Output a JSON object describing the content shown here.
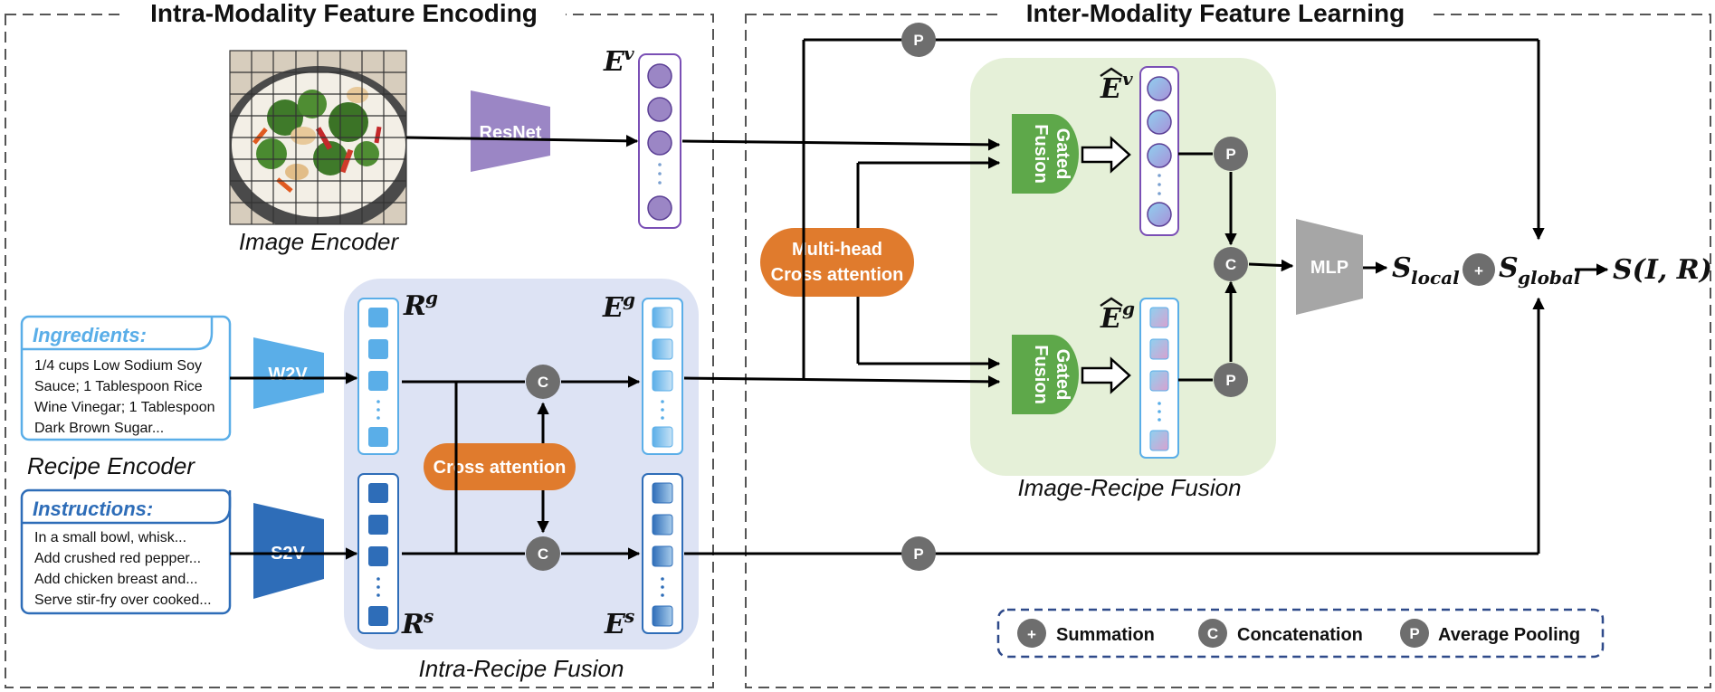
{
  "sections": {
    "left_title": "Intra-Modality Feature Encoding",
    "right_title": "Inter-Modality Feature Learning"
  },
  "labels": {
    "image_encoder": "Image Encoder",
    "recipe_encoder": "Recipe Encoder",
    "intra_recipe_fusion": "Intra-Recipe Fusion",
    "image_recipe_fusion": "Image-Recipe Fusion"
  },
  "ingredients": {
    "title": "Ingredients:",
    "lines": [
      "1/4 cups Low Sodium Soy",
      "Sauce; 1 Tablespoon Rice",
      "Wine Vinegar; 1 Tablespoon",
      "Dark Brown Sugar..."
    ]
  },
  "instructions": {
    "title": "Instructions:",
    "lines": [
      "In a small bowl, whisk...",
      "Add crushed red pepper...",
      "Add chicken breast and...",
      "Serve stir-fry over cooked..."
    ]
  },
  "modules": {
    "resnet": "ResNet",
    "w2v": "W2V",
    "s2v": "S2V",
    "cross_attention": "Cross attention",
    "multi_head_1": "Multi-head",
    "multi_head_2": "Cross attention",
    "gated": "Gated",
    "fusion": "Fusion",
    "mlp": "MLP"
  },
  "variables": {
    "E": "E",
    "R": "R",
    "v": "v",
    "g": "g",
    "s": "s",
    "S": "S",
    "local": "local",
    "global": "global",
    "final": "S(I, R)"
  },
  "operators": {
    "concat": "C",
    "pool": "P",
    "sum": "+"
  },
  "legend": {
    "summation": "Summation",
    "concatenation": "Concatenation",
    "average_pooling": "Average Pooling"
  },
  "colors": {
    "resnet": "#9b86c5",
    "w2v": "#5aaee8",
    "s2v": "#2e6db8",
    "cross_attention": "#e07b2d",
    "gated": "#5ea84a",
    "mlp": "#a6a6a6",
    "intra_panel": "#dde3f4",
    "fusion_panel": "#e5f0d8",
    "op_circle": "#6e6e6e",
    "legend_border": "#2f4a8a"
  }
}
